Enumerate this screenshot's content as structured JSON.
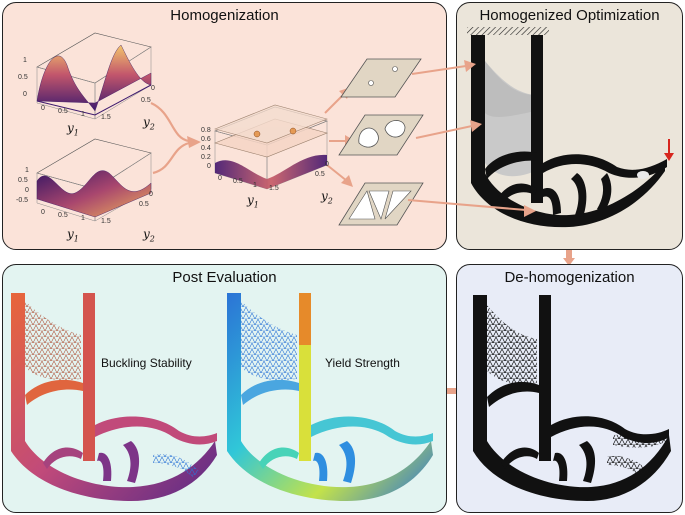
{
  "panels": {
    "homogenization": "Homogenization",
    "homogenized_optimization": "Homogenized Optimization",
    "post_evaluation": "Post Evaluation",
    "dehomogenization": "De-homogenization"
  },
  "axis_labels": {
    "y1": "y",
    "y2": "y",
    "sub1": "1",
    "sub2": "2"
  },
  "ticks": {
    "plot1_z": [
      "1",
      "0.5",
      "0"
    ],
    "plot1_y1": [
      "0",
      "0.5",
      "1",
      "1.5"
    ],
    "plot1_y2": [
      "0.5",
      "0"
    ],
    "plot2_z": [
      "1",
      "0.5",
      "0",
      "-0.5"
    ],
    "plot2_y1": [
      "0",
      "0.5",
      "1",
      "1.5"
    ],
    "plot2_y2": [
      "0.5",
      "0"
    ],
    "plot3_z": [
      "0.8",
      "0.6",
      "0.4",
      "0.2",
      "0"
    ],
    "plot3_y1": [
      "0",
      "0.5",
      "1",
      "1.5"
    ],
    "plot3_y2": [
      "0.5",
      "0"
    ]
  },
  "evaluations": {
    "buckling": "Buckling Stability",
    "yield": "Yield Strength"
  },
  "colors": {
    "homogenization_bg": "#fbe3d9",
    "optimization_bg": "#ebe5da",
    "post_bg": "#e3f4f1",
    "dehomog_bg": "#e8ecf7",
    "arrow": "#e8a38a",
    "load_arrow": "#d7261e"
  }
}
